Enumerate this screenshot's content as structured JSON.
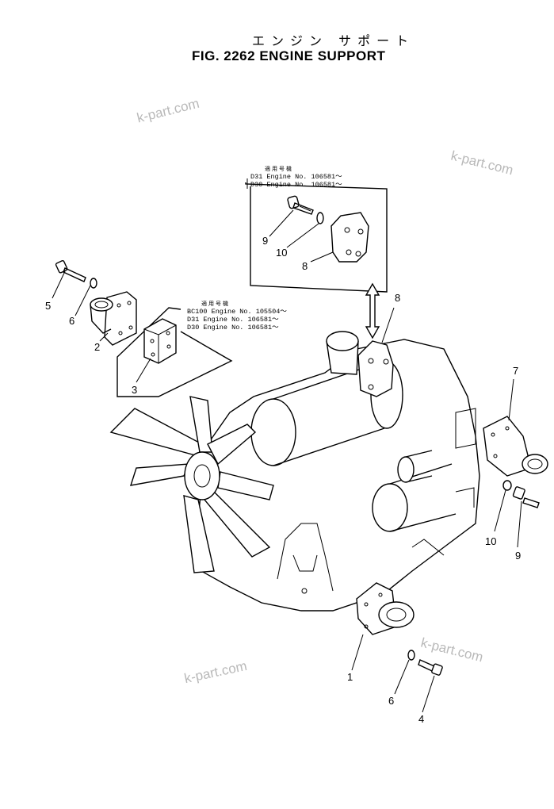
{
  "header": {
    "japanese_title": "エンジン サポート",
    "figure_title": "FIG. 2262  ENGINE SUPPORT"
  },
  "notes": {
    "top_box": {
      "header": "適用号機",
      "lines": [
        "D31  Engine  No. 106581～",
        "D30  Engine  No. 106581～"
      ]
    },
    "left_box": {
      "header": "適用号機",
      "lines": [
        "BC100  Engine  No. 105504～",
        "D31    Engine  No. 106581～",
        "D30    Engine  No. 106581～"
      ]
    }
  },
  "callouts": {
    "c1": "1",
    "c2": "2",
    "c3": "3",
    "c4": "4",
    "c5": "5",
    "c6a": "6",
    "c6b": "6",
    "c7": "7",
    "c8a": "8",
    "c8b": "8",
    "c9a": "9",
    "c9b": "9",
    "c10a": "10",
    "c10b": "10"
  },
  "watermarks": {
    "w1": "k-part.com",
    "w2": "k-part.com",
    "w3": "k-part.com",
    "w4": "k-part.com"
  }
}
